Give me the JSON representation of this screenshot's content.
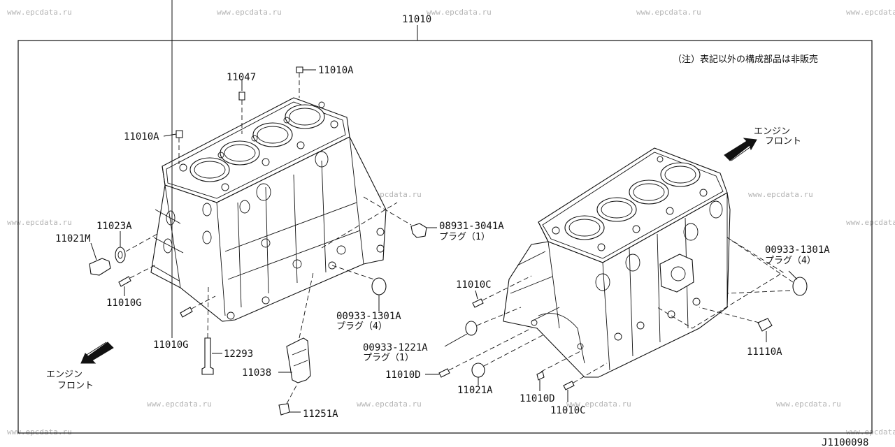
{
  "assembly_number": "11010",
  "diagram_code": "J1100098",
  "note": "（注）表記以外の構成部品は非販売",
  "watermark": "www.epcdata.ru",
  "callouts": {
    "c11047": "11047",
    "c11010a_top": "11010A",
    "c11010a_left": "11010A",
    "c11023a": "11023A",
    "c11021m": "11021M",
    "c11010g_1": "11010G",
    "c11010g_2": "11010G",
    "c12293": "12293",
    "c11038": "11038",
    "c11251a": "11251A",
    "c08931": "08931-3041A",
    "c08931_plug": "プラグ（1）",
    "c00933_left": "00933-1301A",
    "c00933_left_plug": "プラグ（4）",
    "c11010c_1": "11010C",
    "c00933_1221": "00933-1221A",
    "c00933_1221_plug": "プラグ（1）",
    "c11010d_1": "11010D",
    "c11021a": "11021A",
    "c11010d_2": "11010D",
    "c11010c_2": "11010C",
    "c00933_right": "00933-1301A",
    "c00933_right_plug": "プラグ（4）",
    "c11110a": "11110A"
  },
  "engine_front_right": {
    "line1": "エンジン",
    "line2": "フロント"
  },
  "engine_front_left": {
    "line1": "エンジン",
    "line2": "フロント"
  }
}
